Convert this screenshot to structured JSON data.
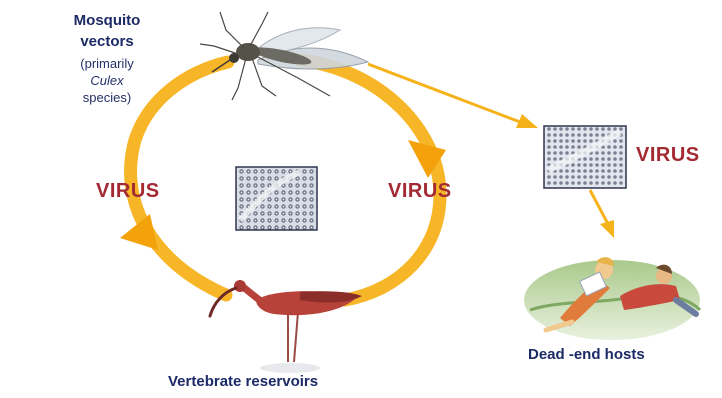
{
  "mosquito": {
    "title_line1": "Mosquito",
    "title_line2": "vectors",
    "sub_line1": "(primarily",
    "sub_line2": "Culex",
    "sub_line3": "species)"
  },
  "virus_label": "VIRUS",
  "reservoirs_label": "Vertebrate reservoirs",
  "deadend_label": "Dead -end hosts",
  "colors": {
    "cycle_arrow": "#f6b21b",
    "label_text": "#1c2a66",
    "virus_text": "#a32a33"
  },
  "icons": [
    "mosquito-icon",
    "virus-micrograph-icon",
    "ibis-bird-icon",
    "people-reclining-icon"
  ]
}
